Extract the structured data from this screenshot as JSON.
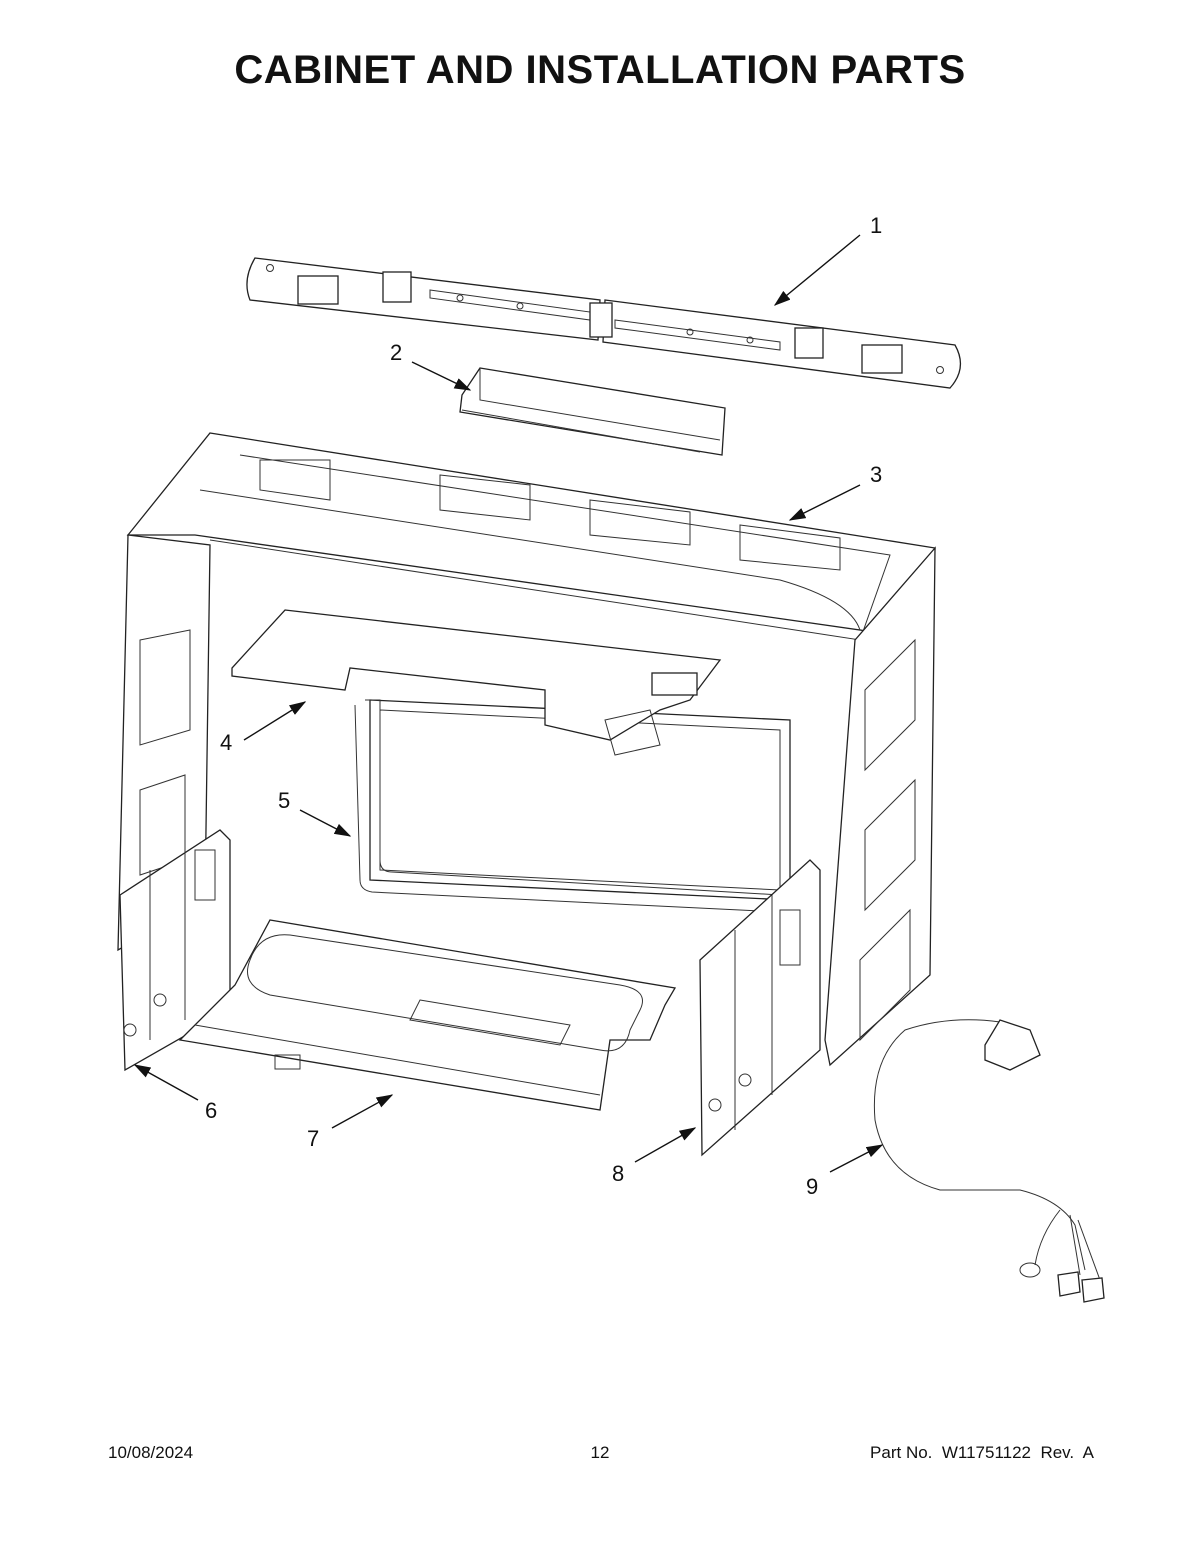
{
  "title": "CABINET AND INSTALLATION PARTS",
  "callouts": [
    "1",
    "2",
    "3",
    "4",
    "5",
    "6",
    "7",
    "8",
    "9"
  ],
  "footer": {
    "date": "10/08/2024",
    "page": "12",
    "part_no": "Part No.  W11751122  Rev.  A"
  }
}
